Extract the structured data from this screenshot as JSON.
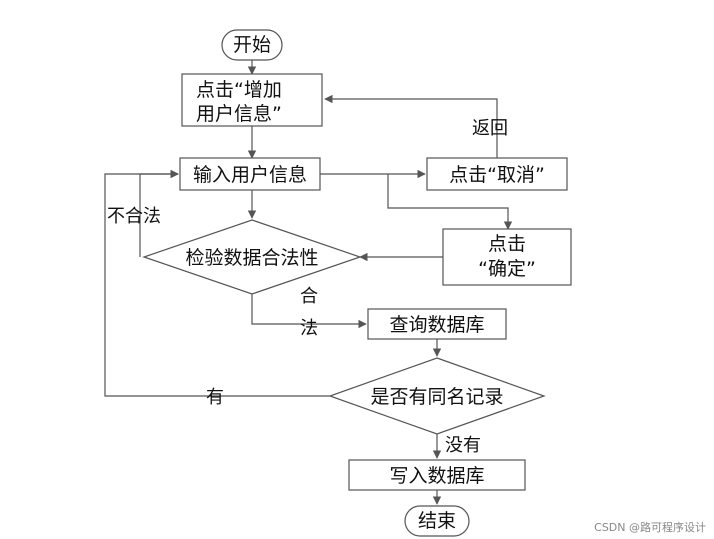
{
  "nodes": {
    "start": "开始",
    "click_add_line1": "点击“增加",
    "click_add_line2": "用户信息”",
    "input_user_info": "输入用户信息",
    "click_cancel": "点击“取消”",
    "click_confirm_line1": "点击",
    "click_confirm_line2": "“确定”",
    "validate": "检验数据合法性",
    "query_db": "查询数据库",
    "same_name_check": "是否有同名记录",
    "write_db": "写入数据库",
    "end": "结束"
  },
  "edges": {
    "return": "返回",
    "invalid": "不合法",
    "valid_line1": "合",
    "valid_line2": "法",
    "has_record": "有",
    "no_record": "没有"
  },
  "watermark": "CSDN @路可程序设计",
  "colors": {
    "stroke": "#555555",
    "text": "#111111",
    "background": "#ffffff"
  }
}
